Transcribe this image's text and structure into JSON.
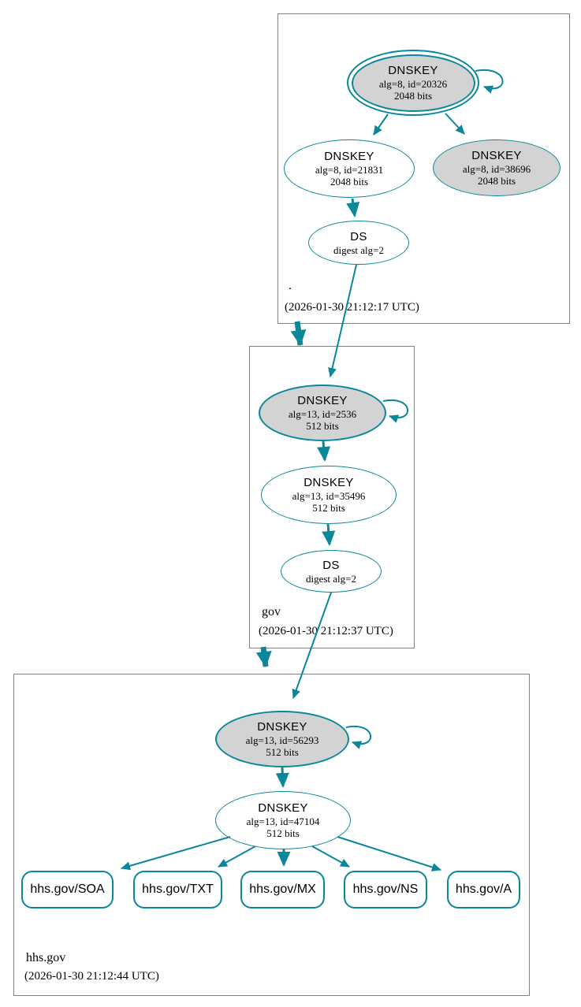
{
  "meta": {
    "description": "DNSSEC authentication chain graph for hhs.gov"
  },
  "colors": {
    "secure_teal": "#0a879a",
    "sep_key_fill": "#d3d3d3",
    "node_fill": "#ffffff",
    "zone_box_border": "#7f7f7f",
    "text": "#000000"
  },
  "zones": [
    {
      "name": ".",
      "timestamp": "(2026-01-30 21:12:17 UTC)",
      "nodes": [
        {
          "title": "DNSKEY",
          "detail": "alg=8, id=20326",
          "bits": "2048 bits"
        },
        {
          "title": "DNSKEY",
          "detail": "alg=8, id=21831",
          "bits": "2048 bits"
        },
        {
          "title": "DNSKEY",
          "detail": "alg=8, id=38696",
          "bits": "2048 bits"
        },
        {
          "title": "DS",
          "detail": "digest alg=2"
        }
      ]
    },
    {
      "name": "gov",
      "timestamp": "(2026-01-30 21:12:37 UTC)",
      "nodes": [
        {
          "title": "DNSKEY",
          "detail": "alg=13, id=2536",
          "bits": "512 bits"
        },
        {
          "title": "DNSKEY",
          "detail": "alg=13, id=35496",
          "bits": "512 bits"
        },
        {
          "title": "DS",
          "detail": "digest alg=2"
        }
      ]
    },
    {
      "name": "hhs.gov",
      "timestamp": "(2026-01-30 21:12:44 UTC)",
      "nodes": [
        {
          "title": "DNSKEY",
          "detail": "alg=13, id=56293",
          "bits": "512 bits"
        },
        {
          "title": "DNSKEY",
          "detail": "alg=13, id=47104",
          "bits": "512 bits"
        }
      ],
      "rrsets": [
        "hhs.gov/SOA",
        "hhs.gov/TXT",
        "hhs.gov/MX",
        "hhs.gov/NS",
        "hhs.gov/A"
      ]
    }
  ]
}
